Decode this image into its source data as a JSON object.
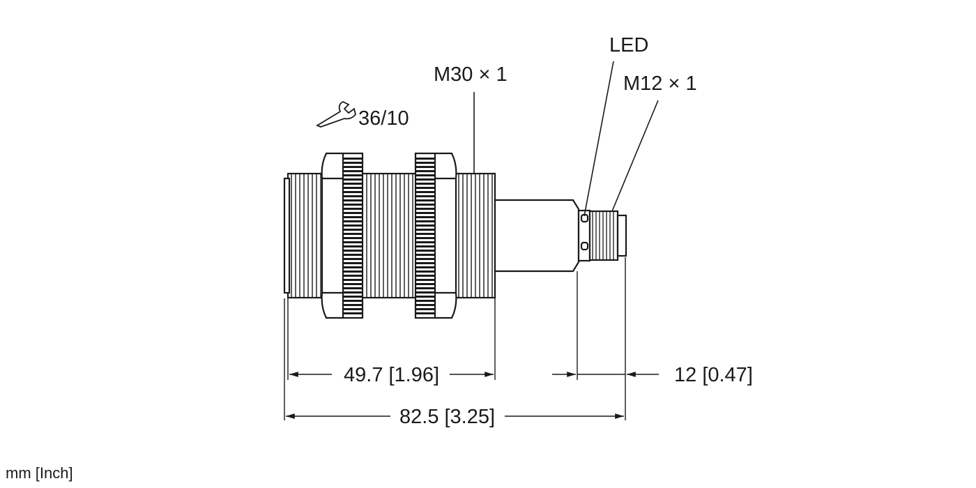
{
  "labels": {
    "led": "LED",
    "thread_main": "M30 × 1",
    "thread_connector": "M12 × 1",
    "wrench_size": "36/10"
  },
  "dimensions": {
    "thread_length": "49.7 [1.96]",
    "overall_length": "82.5 [3.25]",
    "connector_length": "12 [0.47]"
  },
  "units_note": "mm [Inch]",
  "icons": {
    "wrench": "wrench-icon"
  },
  "colors": {
    "line": "#1a1a1a",
    "background": "#ffffff"
  }
}
